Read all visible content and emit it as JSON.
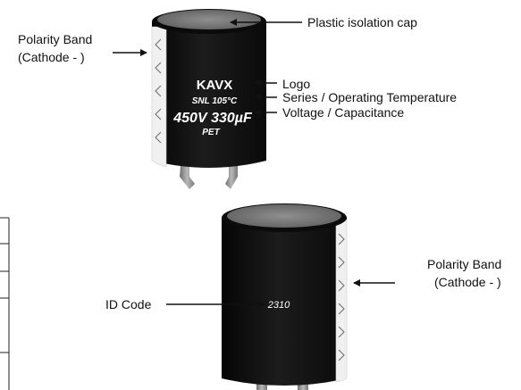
{
  "labels": {
    "plastic_cap": "Plastic isolation cap",
    "polarity_band_top_line1": "Polarity Band",
    "polarity_band_top_line2": "(Cathode - )",
    "logo": "Logo",
    "series_temp": "Series / Operating Temperature",
    "voltage_cap": "Voltage / Capacitance",
    "polarity_band_bottom_line1": "Polarity Band",
    "polarity_band_bottom_line2": "(Cathode - )",
    "id_code": "ID Code"
  },
  "capacitor_top": {
    "brand": "KAVX",
    "series": "SNL 105°C",
    "rating": "450V 330µF",
    "material": "PET"
  },
  "capacitor_bottom": {
    "code": "2310"
  },
  "colors": {
    "body": "#111111",
    "cap_top": "#7a7a7a",
    "band": "#f2f2f2",
    "leads": "#8c8c8c",
    "text_on_body": "#ffffff"
  }
}
